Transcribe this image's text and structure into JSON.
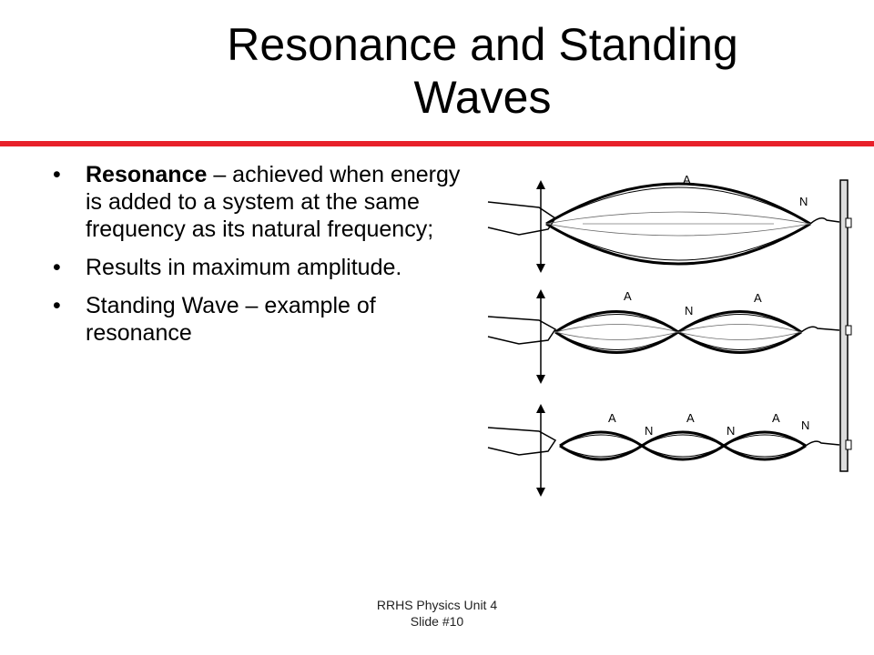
{
  "slide": {
    "title_line1": "Resonance and Standing",
    "title_line2": "Waves",
    "bullets": [
      {
        "term": "Resonance",
        "text": " – achieved  when energy is added to a system at the same frequency as its natural frequency;"
      },
      {
        "term": "",
        "text": "Results in maximum amplitude."
      },
      {
        "term": "",
        "text": "Standing Wave – example of resonance"
      }
    ],
    "bullet_symbol": "•",
    "figure": {
      "label_antinode": "A",
      "label_node": "N",
      "icons": [
        "hand-icon",
        "double-arrow-icon",
        "wall-post-icon",
        "hook-icon"
      ]
    },
    "footer_line1": "RRHS Physics Unit 4",
    "footer_line2": "Slide #10",
    "colors": {
      "rule": "#e8202a",
      "text": "#000000",
      "background": "#ffffff"
    }
  }
}
